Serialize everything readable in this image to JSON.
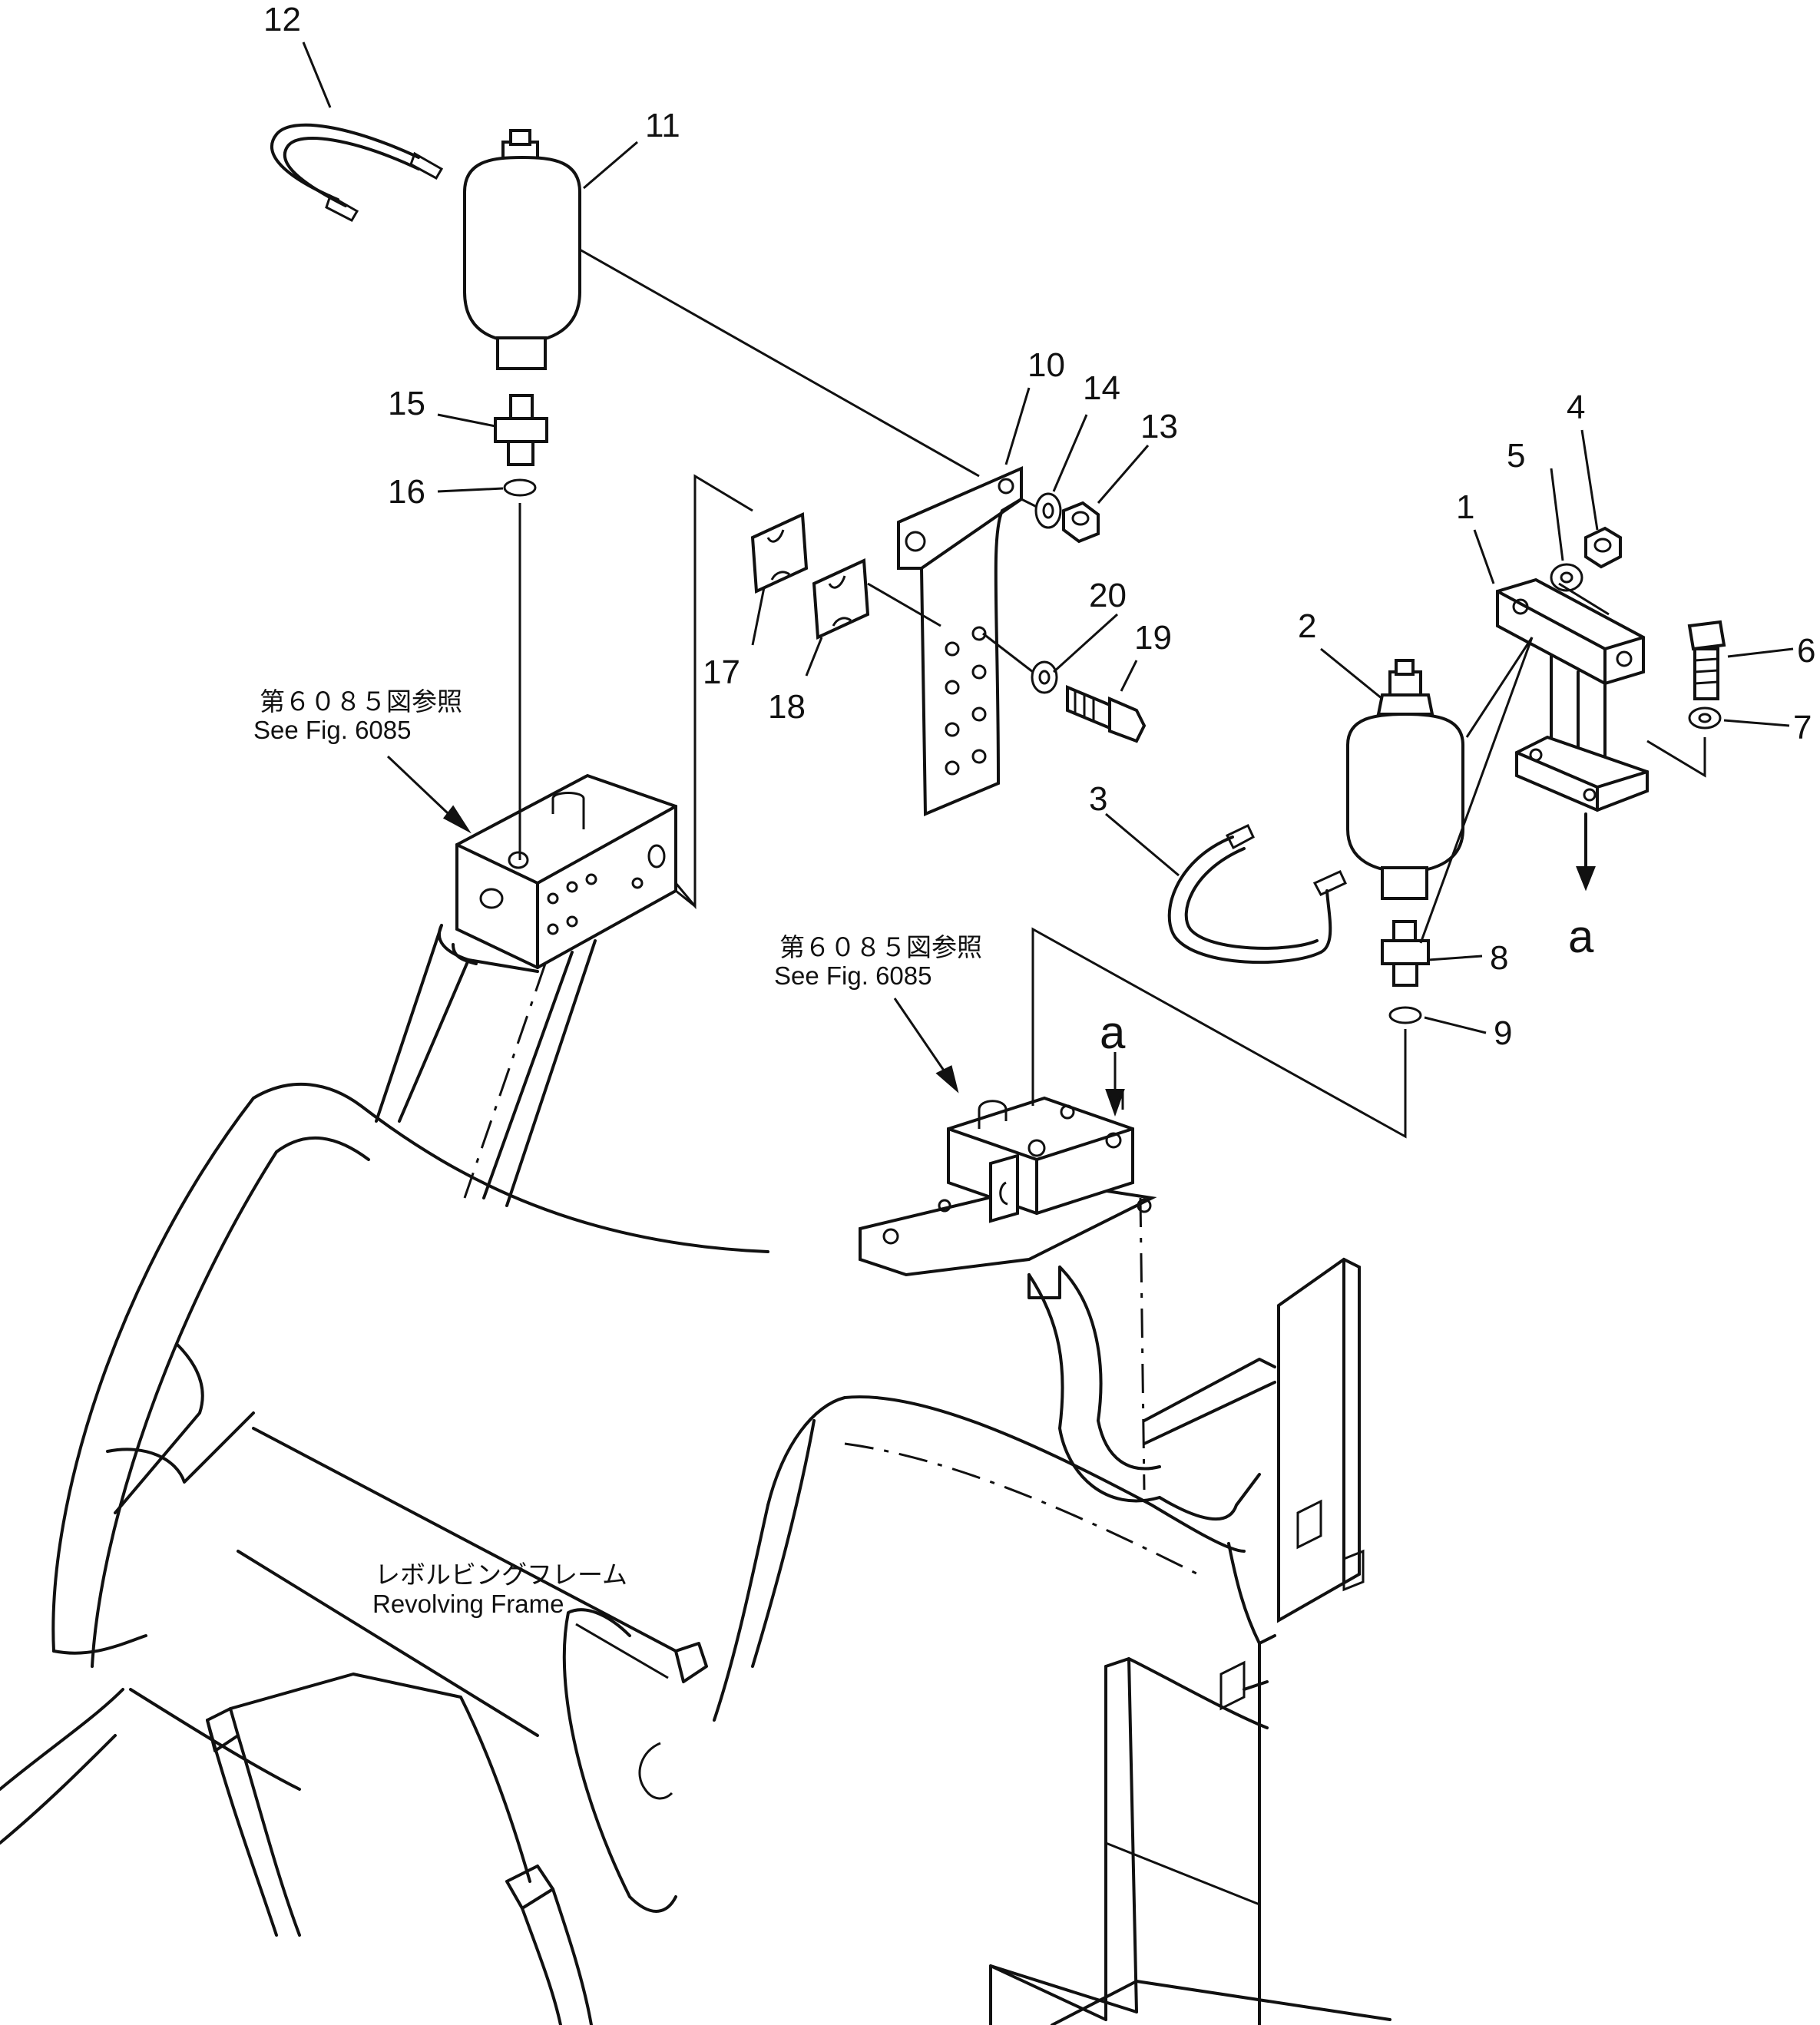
{
  "callouts": [
    {
      "id": "1",
      "text": "1"
    },
    {
      "id": "2",
      "text": "2"
    },
    {
      "id": "3",
      "text": "3"
    },
    {
      "id": "4",
      "text": "4"
    },
    {
      "id": "5",
      "text": "5"
    },
    {
      "id": "6",
      "text": "6"
    },
    {
      "id": "7",
      "text": "7"
    },
    {
      "id": "8",
      "text": "8"
    },
    {
      "id": "9",
      "text": "9"
    },
    {
      "id": "10",
      "text": "10"
    },
    {
      "id": "11",
      "text": "11"
    },
    {
      "id": "12",
      "text": "12"
    },
    {
      "id": "13",
      "text": "13"
    },
    {
      "id": "14",
      "text": "14"
    },
    {
      "id": "15",
      "text": "15"
    },
    {
      "id": "16",
      "text": "16"
    },
    {
      "id": "17",
      "text": "17"
    },
    {
      "id": "18",
      "text": "18"
    },
    {
      "id": "19",
      "text": "19"
    },
    {
      "id": "20",
      "text": "20"
    }
  ],
  "notes": {
    "ref1_jp": "第６０８５図参照",
    "ref1_en": "See Fig. 6085",
    "ref2_jp": "第６０８５図参照",
    "ref2_en": "See Fig. 6085",
    "frame_jp": "レボルビングフレーム",
    "frame_en": "Revolving  Frame",
    "marker_a1": "a",
    "marker_a2": "a"
  }
}
